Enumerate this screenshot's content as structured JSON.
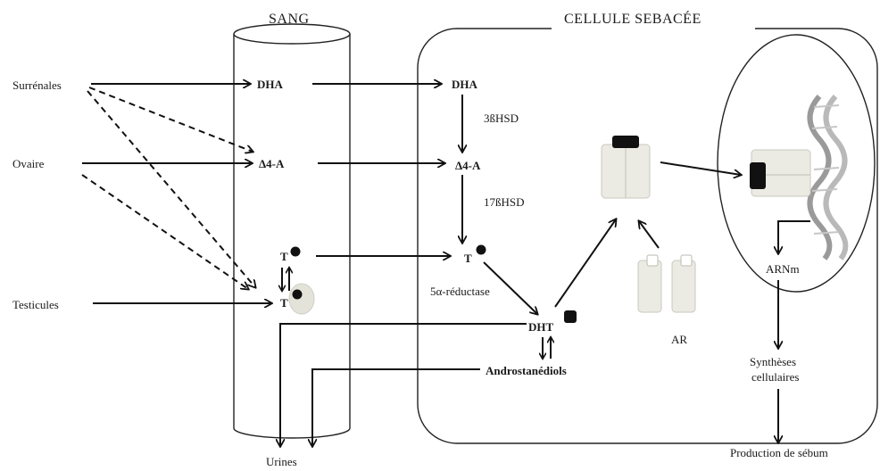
{
  "titles": {
    "blood": "SANG",
    "cell": "CELLULE SEBACÉE"
  },
  "sources": {
    "adrenal": "Surrénales",
    "ovary": "Ovaire",
    "testes": "Testicules"
  },
  "hormones": {
    "dha_blood": "DHA",
    "a4_blood": "Δ4-A",
    "t_blood_1": "T",
    "t_blood_2": "T",
    "dha_cell": "DHA",
    "a4_cell": "Δ4-A",
    "t_cell": "T",
    "dht": "DHT",
    "androstanediols": "Androstanédiols"
  },
  "enzymes": {
    "hsd3b": "3ßHSD",
    "hsd17b": "17ßHSD",
    "reductase": "5α-réductase"
  },
  "receptor": {
    "label": "AR"
  },
  "nucleus": {
    "mrna": "ARNm"
  },
  "outputs": {
    "synthesis_line1": "Synthèses",
    "synthesis_line2": "cellulaires",
    "sebum": "Production de sébum",
    "urine": "Urines"
  }
}
